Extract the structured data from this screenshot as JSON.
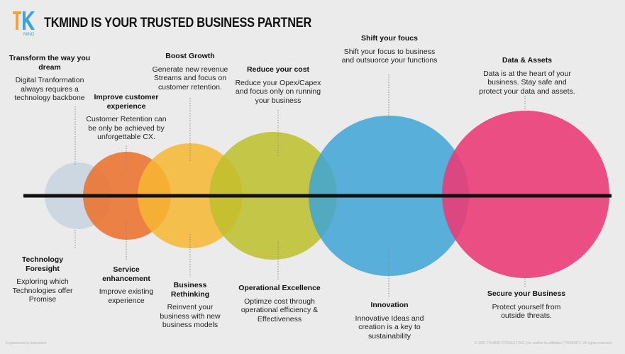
{
  "header": {
    "logo_mark": "TK",
    "logo_sub": "MIND",
    "title": "TKMIND IS YOUR TRUSTED BUSINESS PARTNER"
  },
  "colors": {
    "background": "#ebebeb",
    "circle_1": "#c7d3e0",
    "circle_2": "#eb6f28",
    "circle_3": "#f7b733",
    "circle_4": "#bdc02b",
    "circle_5": "#3ea4d6",
    "circle_6": "#ea3d77",
    "timeline": "#111111"
  },
  "stages": [
    {
      "top": {
        "heading": "Transform the way you dream",
        "body": "Digital Tranformation always requires a technology backbone"
      },
      "bottom": {
        "heading": "Technology Foresight",
        "body": "Exploring which Technologies offer Promise"
      }
    },
    {
      "top": {
        "heading": "Improve customer experience",
        "body": "Customer Retention can be only be achieved by unforgettable CX."
      },
      "bottom": {
        "heading": "Service enhancement",
        "body": "Improve existing experience"
      }
    },
    {
      "top": {
        "heading": "Boost Growth",
        "body": "Generate new revenue Streams and focus on customer retention."
      },
      "bottom": {
        "heading": "Business Rethinking",
        "body": "Reinvent your business with new business models"
      }
    },
    {
      "top": {
        "heading": "Reduce your cost",
        "body": "Reduce your Opex/Capex and focus only on running your business"
      },
      "bottom": {
        "heading": "Operational Excellence",
        "body": "Optimze cost through operational efficiency & Effectiveness"
      }
    },
    {
      "top": {
        "heading": "Shift your foucs",
        "body": "Shift your focus to business and outsuorce your functions"
      },
      "bottom": {
        "heading": "Innovation",
        "body": "Innovative Ideas and creation is a key to sustainability"
      }
    },
    {
      "top": {
        "heading": "Data & Assets",
        "body": "Data is at the heart of your business. Stay safe and protect your data and assets."
      },
      "bottom": {
        "heading": "Secure your Business",
        "body": "Protect yourself from outside threats."
      }
    }
  ],
  "footer": {
    "left": "Empowered by innovation",
    "right": "© 2021 TKMIND CONSULTING, Inc. and/or its affiliates (\"TKMIND\"). All rights reserved."
  }
}
